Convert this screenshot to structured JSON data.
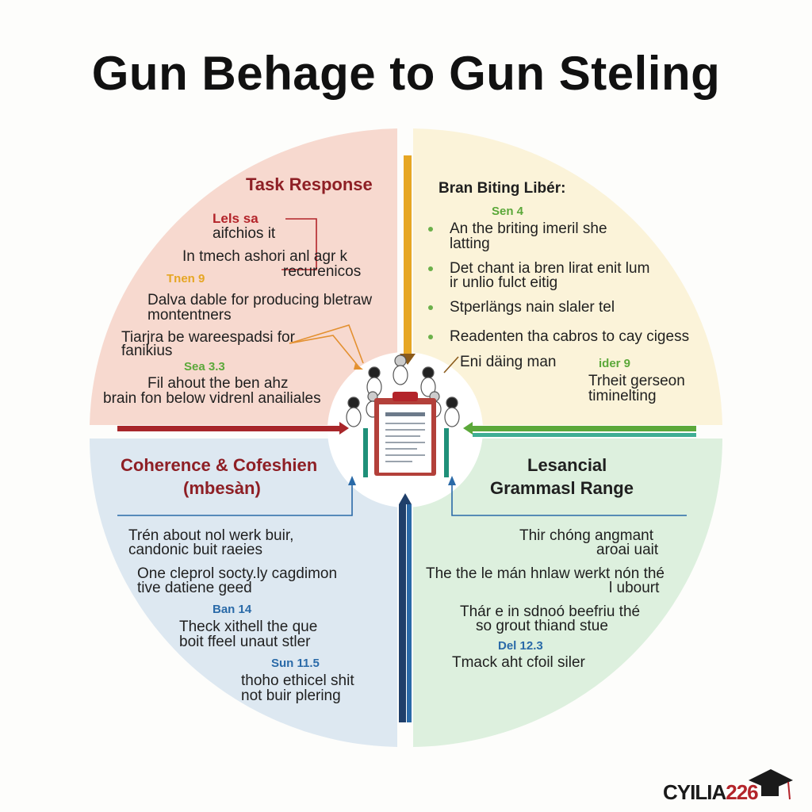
{
  "title": "Gun Behage to Gun Steling",
  "quadrants": {
    "top_left": {
      "heading": "Task Response",
      "lines": [
        "Lels sa",
        "aifchios it",
        "In tmech ashori anl agr k",
        "recurenicos",
        "Dalva dable for producing bletraw",
        "montentners",
        "Tiarjra be wareespadsi for",
        "fanikius",
        "Fil ahout the ben ahz",
        "brain fon below vidrenl anailiales"
      ],
      "scores": [
        "Tnen 9",
        "Sea 3.3"
      ]
    },
    "top_right": {
      "heading": "Bran Biting Libér:",
      "score_top": "Sen 4",
      "bullets": [
        [
          "An the briting imeril she",
          "latting"
        ],
        [
          "Det chant ia bren lirat enit lum",
          "ir unlio fulct eitig"
        ],
        [
          "Stperlängs nain slaler tel"
        ],
        [
          "Readenten tha cabros to cay cigess"
        ]
      ],
      "line_extra": "Eni däing man",
      "score_bottom": "ider 9",
      "lines_bottom": [
        "Trheit gerseon",
        "timinelting"
      ]
    },
    "bottom_left": {
      "heading_1": "Coherence & Cofeshien",
      "heading_2": "(mbesàn)",
      "lines": [
        "Trén about nol werk buir,",
        "candonic buit raeies",
        "One cleprol socty.ly cagdimon",
        "tive datiene geed",
        "Theck xithell the que",
        "boit ffeel unaut stler",
        "thoho ethicel shit",
        "not buir plering"
      ],
      "scores": [
        "Ban 14",
        "Sun 11.5"
      ]
    },
    "bottom_right": {
      "heading_1": "Lesancial",
      "heading_2": "Grammasl Range",
      "lines": [
        "Thir chóng angmant",
        "aroai uait",
        "The the le mán hnlaw werkt nón thé",
        "l ubourt",
        "Thár e in sdnoó beefriu thé",
        "so grout thiand stue",
        "Tmack aht cfoil siler"
      ],
      "score": "Del 12.3"
    }
  },
  "logo": {
    "text_black": "CYILIA",
    "text_red": "226"
  },
  "colors": {
    "top_left": "#f7d9cf",
    "top_right": "#fbf3d9",
    "bottom_left": "#dde8f1",
    "bottom_right": "#ddf0de",
    "red": "#a8262a",
    "green": "#5ba83a",
    "blue": "#2a6aa8",
    "navy": "#1f3f6a",
    "gold": "#e6a623",
    "teal": "#1f9079"
  },
  "icons": [
    "people-icon",
    "clipboard-icon",
    "graduation-cap-icon"
  ]
}
